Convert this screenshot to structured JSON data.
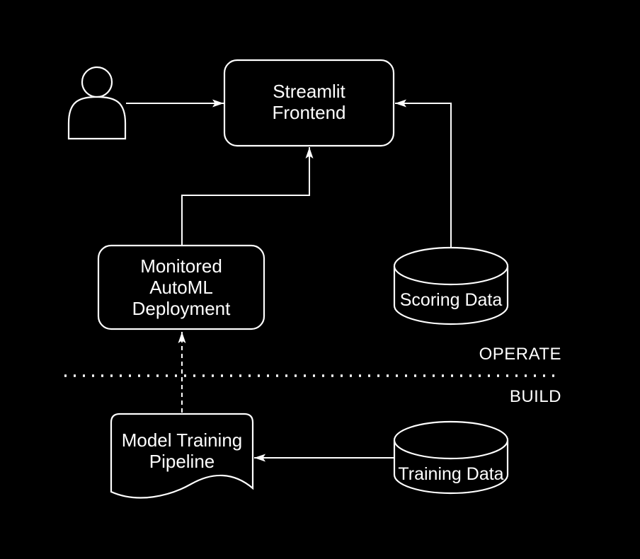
{
  "diagram": {
    "background_color": "#000000",
    "stroke_color": "#ffffff",
    "text_color": "#ffffff",
    "zones": {
      "operate": "OPERATE",
      "build": "BUILD"
    },
    "nodes": {
      "user": {
        "type": "actor",
        "label": ""
      },
      "streamlit_frontend": {
        "type": "rounded-rect",
        "label": "Streamlit\nFrontend"
      },
      "monitored_automl_deployment": {
        "type": "rounded-rect",
        "label": "Monitored\nAutoML\nDeployment"
      },
      "scoring_data": {
        "type": "cylinder",
        "label": "Scoring Data"
      },
      "model_training_pipeline": {
        "type": "document",
        "label": "Model Training\nPipeline"
      },
      "training_data": {
        "type": "cylinder",
        "label": "Training Data"
      }
    },
    "edges": [
      {
        "from": "user",
        "to": "streamlit_frontend",
        "style": "solid-arrow"
      },
      {
        "from": "monitored_automl_deployment",
        "to": "streamlit_frontend",
        "style": "solid-arrow"
      },
      {
        "from": "scoring_data",
        "to": "streamlit_frontend",
        "style": "solid-arrow"
      },
      {
        "from": "training_data",
        "to": "model_training_pipeline",
        "style": "solid-arrow"
      },
      {
        "from": "model_training_pipeline",
        "to": "monitored_automl_deployment",
        "style": "dashed-arrow"
      }
    ]
  }
}
